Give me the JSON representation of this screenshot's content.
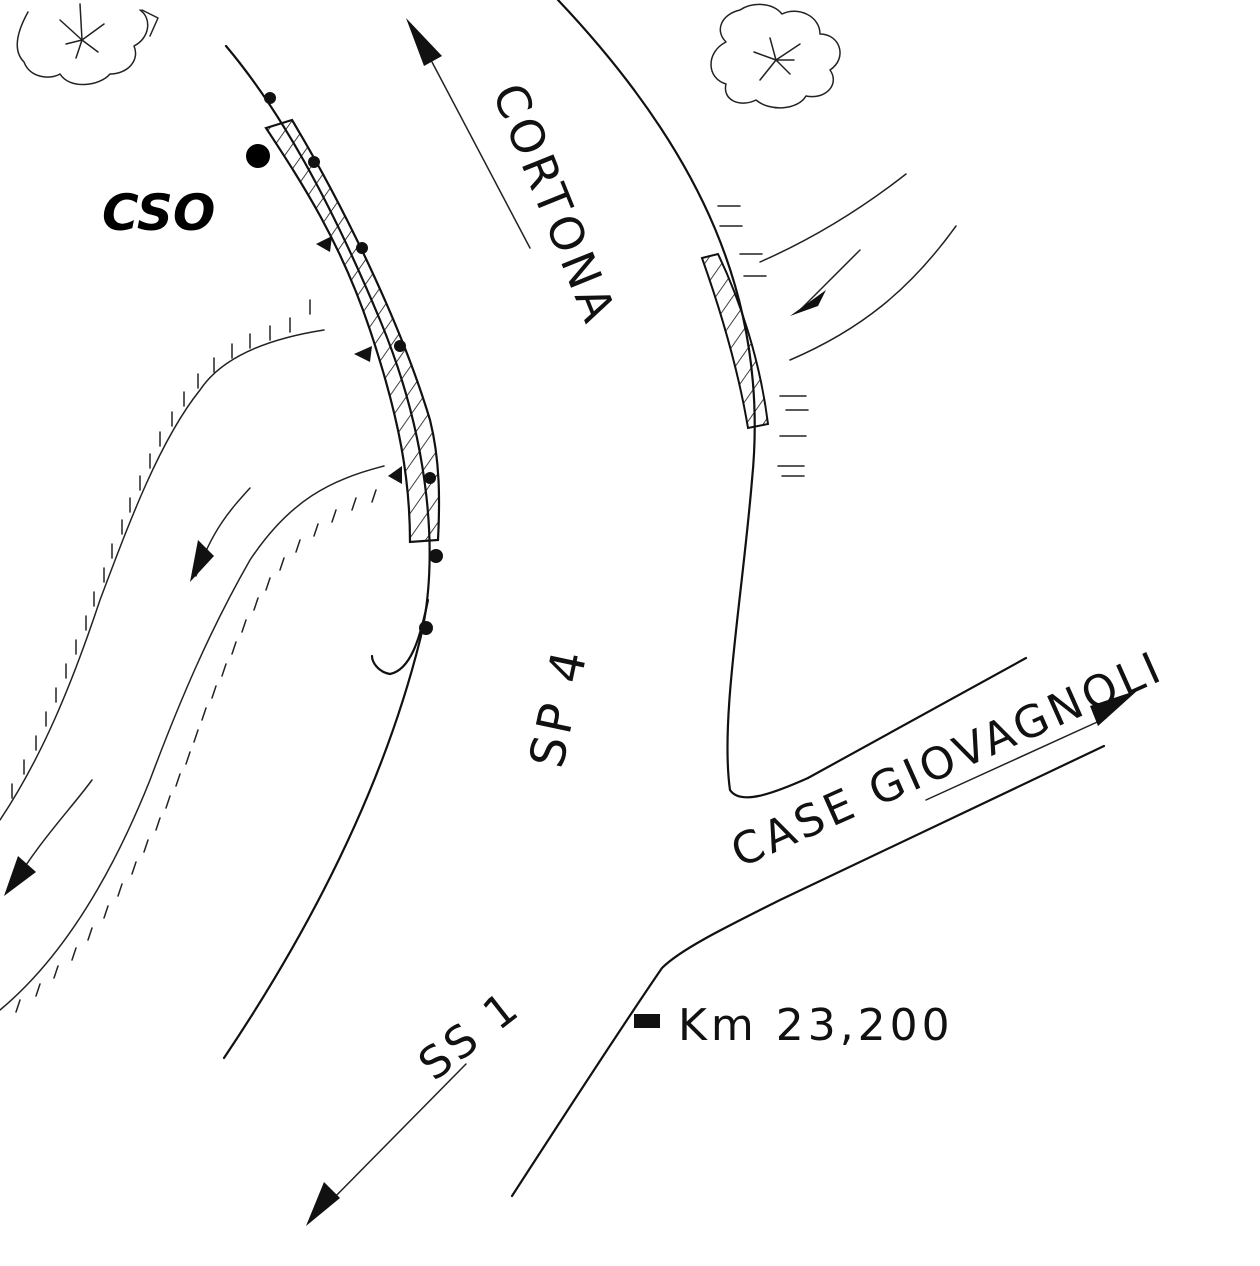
{
  "labels": {
    "cso": "CSO",
    "cortona": "CORTONA",
    "sp4": "SP 4",
    "case_giovagnoli": "CASE GIOVAGNOLI",
    "ss1": "SS 1",
    "km_marker": "Km 23,200"
  },
  "colors": {
    "ink": "#111111",
    "paper": "#ffffff"
  },
  "icons": {
    "tree": "tree-icon",
    "direction_arrow": "arrow-icon",
    "post": "post-marker-icon"
  }
}
